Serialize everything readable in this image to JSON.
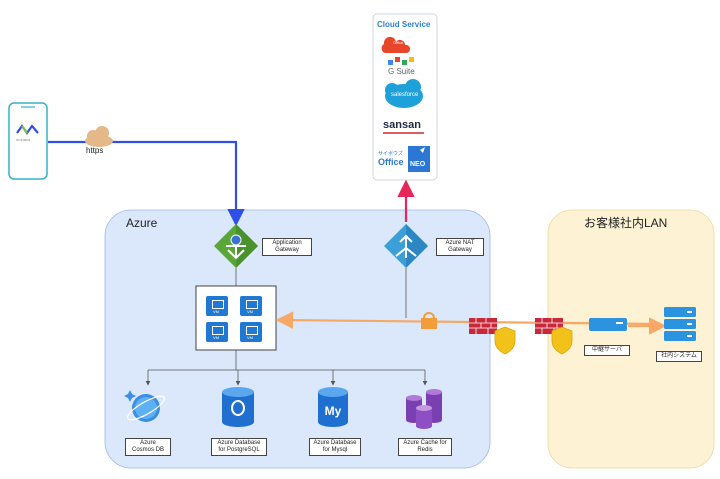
{
  "zones": {
    "azure": "Azure",
    "customer_lan": "お客様社内LAN",
    "cloud_service": "Cloud Service"
  },
  "connections": {
    "https": "https"
  },
  "services": {
    "app_gateway": "Application\nGateway",
    "nat_gateway": "Azure NAT\nGateway",
    "cosmos": "Azure\nCosmos DB",
    "postgres": "Azure Database\nfor PostgreSQL",
    "mysql": "Azure Database\nfor Mysql",
    "redis": "Azure Cache for\nRedis",
    "relay_server": "中継サーバ",
    "internal_system": "社内システム"
  },
  "cloud_logos": {
    "office": "Office 365",
    "gsuite": "G Suite",
    "salesforce": "salesforce",
    "sansan": "sansan",
    "cybozu_top": "サイボウズ",
    "cybozu_office": "Office",
    "neo": "NEO"
  },
  "mobile_app": {
    "brand": "monaca"
  },
  "vm_labels": [
    "VM",
    "VM",
    "VM",
    "VM"
  ],
  "colors": {
    "azure_zone": "#dbe8fb",
    "lan_zone": "#fdf3d4",
    "https_arrow": "#2f4fe6",
    "outbound_arrow": "#e8265a",
    "lan_arrow": "#f7a867",
    "gateway_green": "#5aa637",
    "nat_blue": "#3d9fd8"
  }
}
